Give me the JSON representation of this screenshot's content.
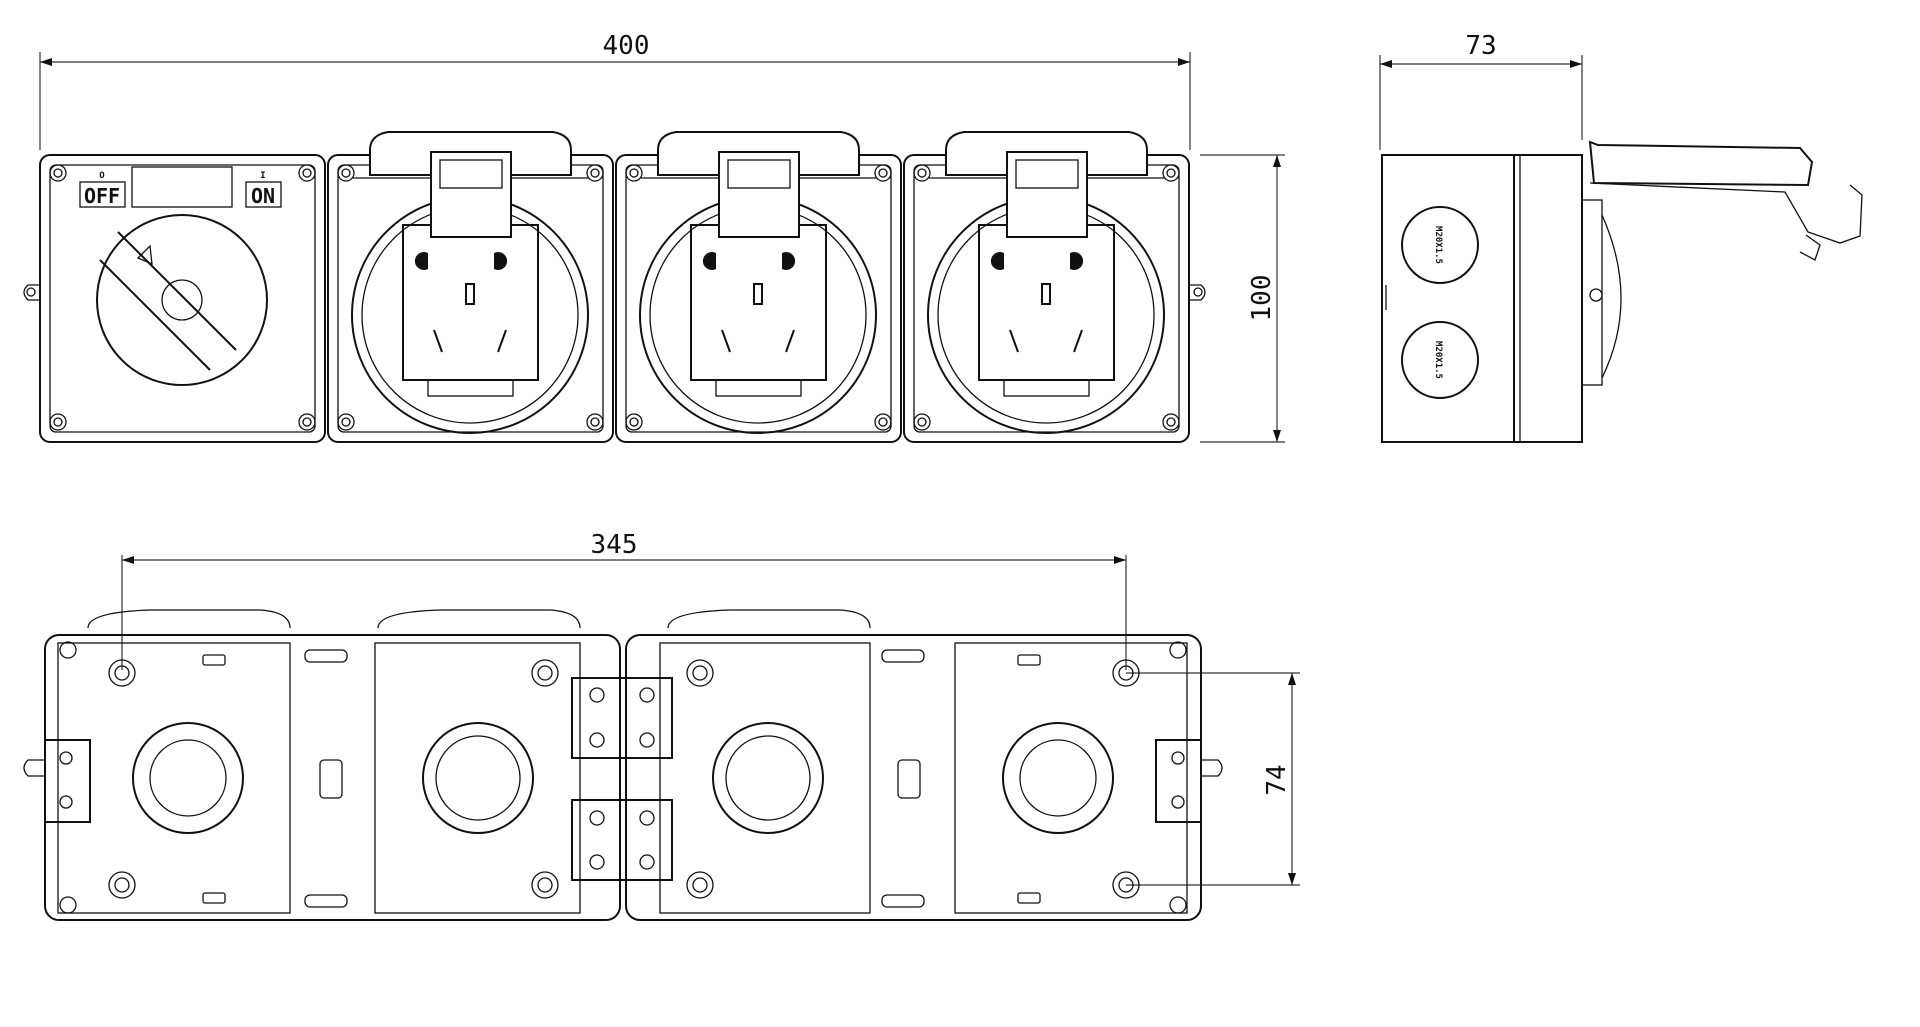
{
  "dimensions": {
    "overall_width": "400",
    "side_depth": "73",
    "height": "100",
    "mount_pitch_horizontal": "345",
    "mount_pitch_vertical": "74"
  },
  "switch_panel": {
    "off_label": "OFF",
    "on_label": "ON",
    "off_symbol": "O",
    "on_symbol": "I"
  },
  "side_view": {
    "knockout_label": "M20X1.5"
  },
  "counts": {
    "sockets_front": 3,
    "modules_rear": 4
  }
}
